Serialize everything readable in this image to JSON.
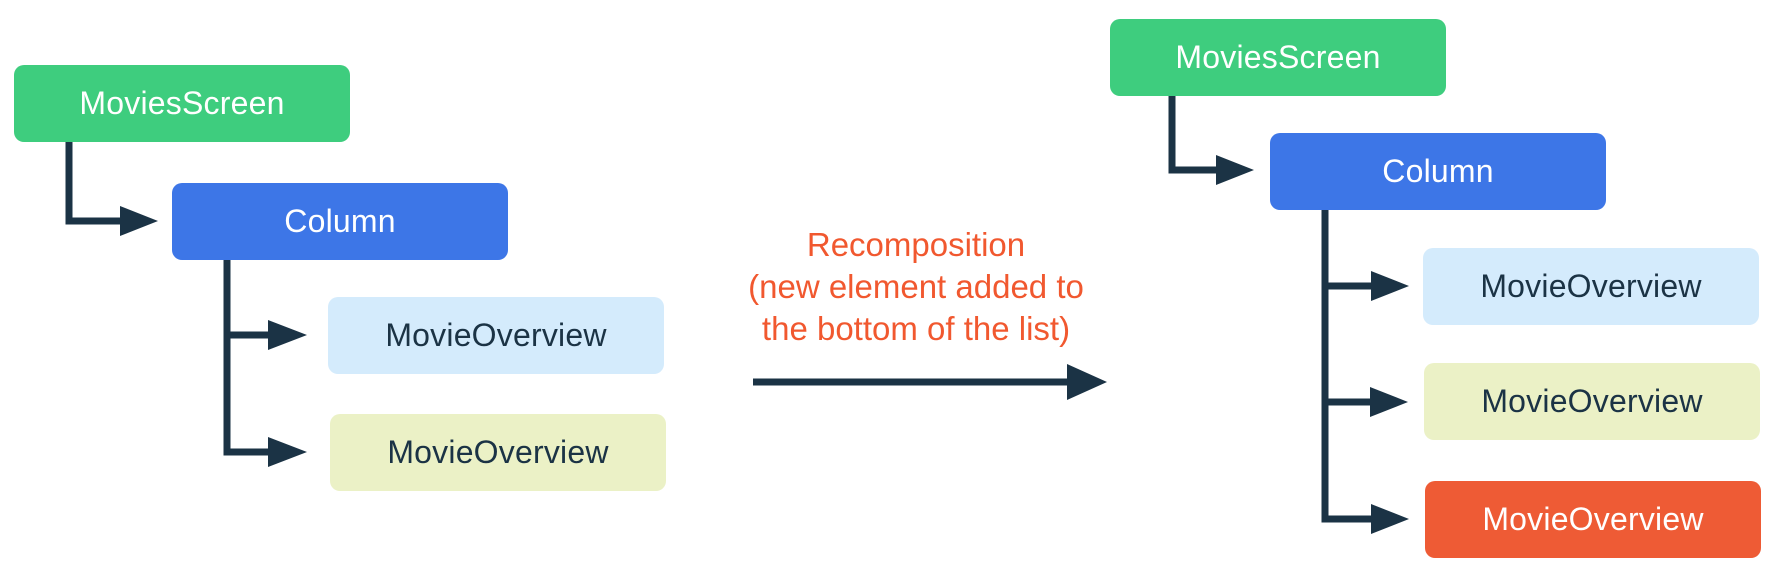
{
  "diagram": {
    "connector_color": "#1B3345",
    "background_color": "#FFFFFF",
    "center_label": {
      "line1": "Recomposition",
      "line2": "(new element added to",
      "line3": "the bottom of the list)",
      "color": "#F1582F"
    },
    "left_tree": {
      "nodes": [
        {
          "label": "MoviesScreen",
          "bg": "#3ECD7E",
          "text_color": "#FFFFFF"
        },
        {
          "label": "Column",
          "bg": "#3D76E7",
          "text_color": "#FFFFFF"
        },
        {
          "label": "MovieOverview",
          "bg": "#D4EBFC",
          "text_color": "#1B3345"
        },
        {
          "label": "MovieOverview",
          "bg": "#EBF1C6",
          "text_color": "#1B3345"
        }
      ]
    },
    "right_tree": {
      "nodes": [
        {
          "label": "MoviesScreen",
          "bg": "#3ECD7E",
          "text_color": "#FFFFFF"
        },
        {
          "label": "Column",
          "bg": "#3D76E7",
          "text_color": "#FFFFFF"
        },
        {
          "label": "MovieOverview",
          "bg": "#D4EBFC",
          "text_color": "#1B3345"
        },
        {
          "label": "MovieOverview",
          "bg": "#EBF1C6",
          "text_color": "#1B3345"
        },
        {
          "label": "MovieOverview",
          "bg": "#EE5B35",
          "text_color": "#FFFFFF"
        }
      ]
    }
  }
}
